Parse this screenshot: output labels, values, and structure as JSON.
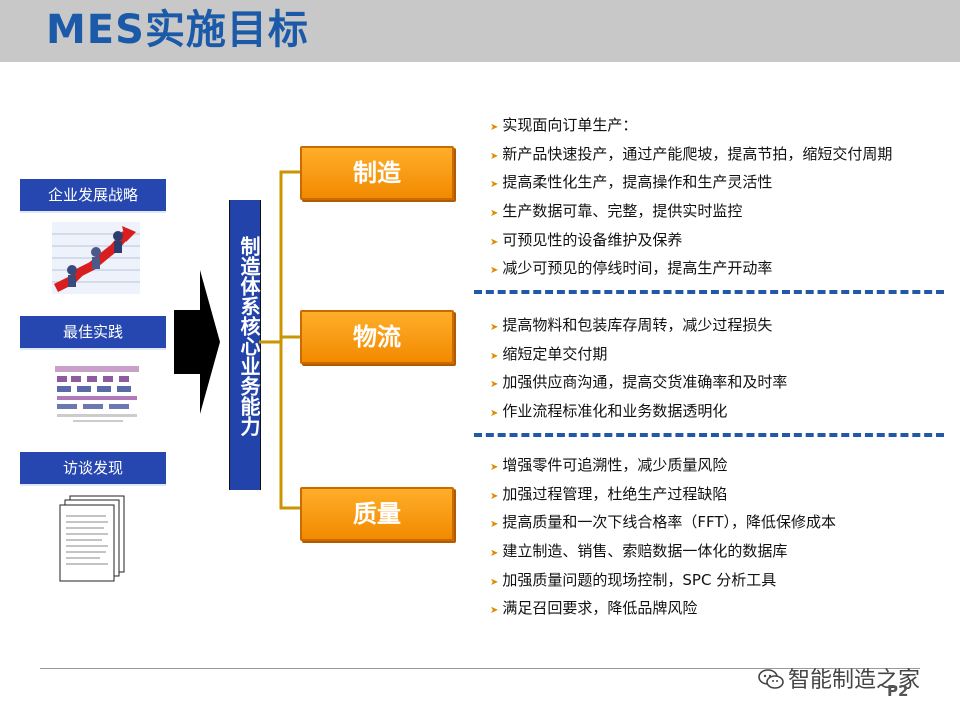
{
  "slide": {
    "title": "MES实施目标",
    "page_number": "P2",
    "watermark": "智能制造之家"
  },
  "sources": [
    {
      "label": "企业发展战略",
      "icon": "growth-chart-image"
    },
    {
      "label": "最佳实践",
      "icon": "process-diagram-image"
    },
    {
      "label": "访谈发现",
      "icon": "documents-image"
    }
  ],
  "core": {
    "label": "制造体系核心业务能力"
  },
  "categories": [
    {
      "label": "制造",
      "items": [
        "实现面向订单生产：",
        "新产品快速投产，通过产能爬坡，提高节拍，缩短交付周期",
        "提高柔性化生产，提高操作和生产灵活性",
        "生产数据可靠、完整，提供实时监控",
        "可预见性的设备维护及保养",
        "减少可预见的停线时间，提高生产开动率"
      ]
    },
    {
      "label": "物流",
      "items": [
        "提高物料和包装库存周转，减少过程损失",
        "缩短定单交付期",
        "加强供应商沟通，提高交货准确率和及时率",
        "作业流程标准化和业务数据透明化"
      ]
    },
    {
      "label": "质量",
      "items": [
        "增强零件可追溯性，减少质量风险",
        "加强过程管理，杜绝生产过程缺陷",
        "提高质量和一次下线合格率（FFT），降低保修成本",
        "建立制造、销售、索赔数据一体化的数据库",
        "加强质量问题的现场控制，SPC 分析工具",
        "满足召回要求，降低品牌风险"
      ]
    }
  ]
}
